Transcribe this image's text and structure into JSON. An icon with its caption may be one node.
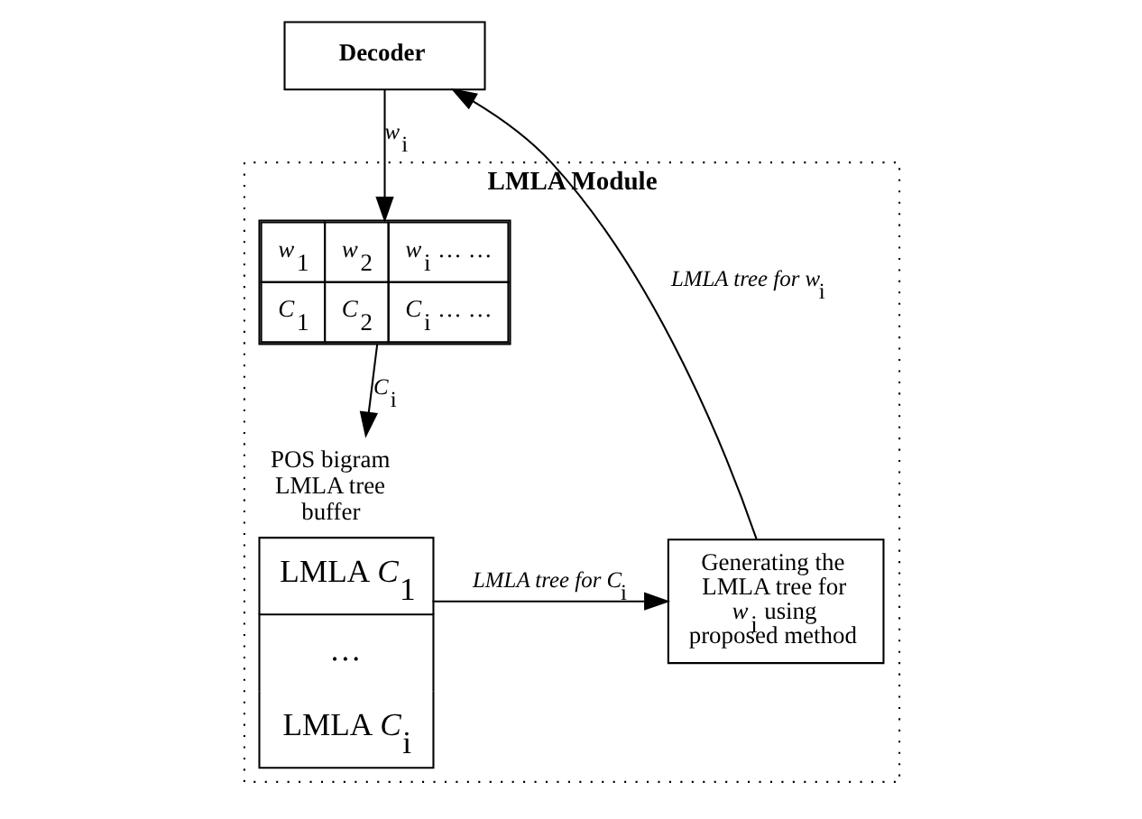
{
  "diagram": {
    "nodes": [
      {
        "text": [
          "Decoder"
        ]
      },
      {
        "text": [
          "LMLA Module"
        ]
      },
      {
        "text": [
          "*w*$_{1}$",
          "*w*$_{2}$",
          "*w*$_{i}$ … …",
          "*C*$_{1}$",
          "*C*$_{2}$",
          "*C*$_{i}$ … …"
        ],
        "in": 1
      },
      {
        "text": [
          "POS bigram LMLA tree buffer",
          "LMLA *C*$_{1}$",
          "…",
          "LMLA *C*$_{i}$"
        ],
        "in": 1
      },
      {
        "text": [
          "Generating the LMLA tree for *w*$_{i}$ using proposed method"
        ],
        "in": 1
      }
    ],
    "edges": [
      {
        "from": 0,
        "to": 2,
        "arrow": "to",
        "label": "*w*$_{i}$"
      },
      {
        "from": 2,
        "to": 3,
        "arrow": "to",
        "label": "*C*$_{i}$"
      },
      {
        "from": 3,
        "to": 4,
        "arrow": "to",
        "label": "*LMLA tree for C*$_{i}$"
      },
      {
        "from": 4,
        "to": 0,
        "arrow": "to",
        "label": "*LMLA tree for w*$_{i}$"
      }
    ]
  }
}
